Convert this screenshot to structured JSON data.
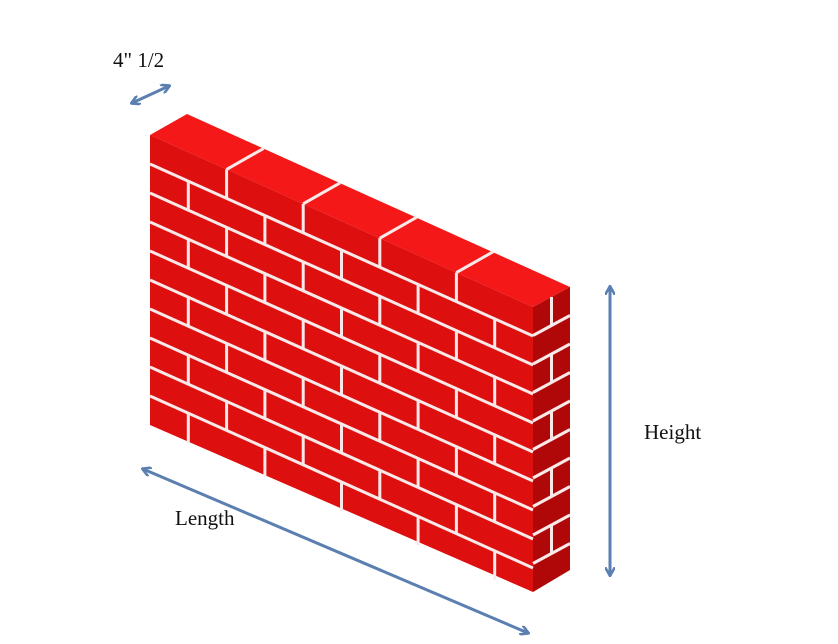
{
  "labels": {
    "thickness": "4\" 1/2",
    "height": "Height",
    "length": "Length"
  },
  "colors": {
    "brick_face": "#dd0f0f",
    "brick_top": "#f51818",
    "brick_side": "#b00808",
    "mortar": "#fbe9e9",
    "arrow": "#5b7fb0",
    "text": "#111111"
  }
}
